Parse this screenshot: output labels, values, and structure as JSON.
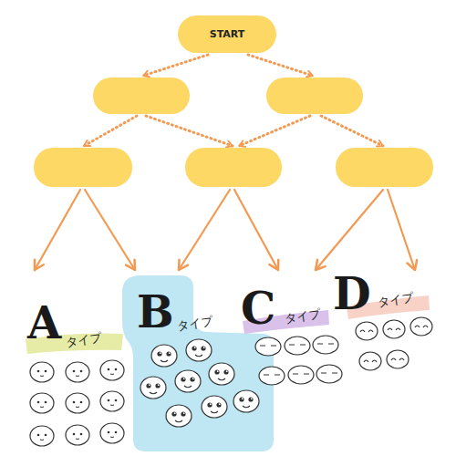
{
  "diagram": {
    "nodes": [
      {
        "text": [
          "START"
        ]
      }
    ],
    "labels": [
      "A",
      "タイプ",
      "B",
      "タイプ",
      "C",
      "タイプ",
      "D",
      "タイプ"
    ]
  }
}
